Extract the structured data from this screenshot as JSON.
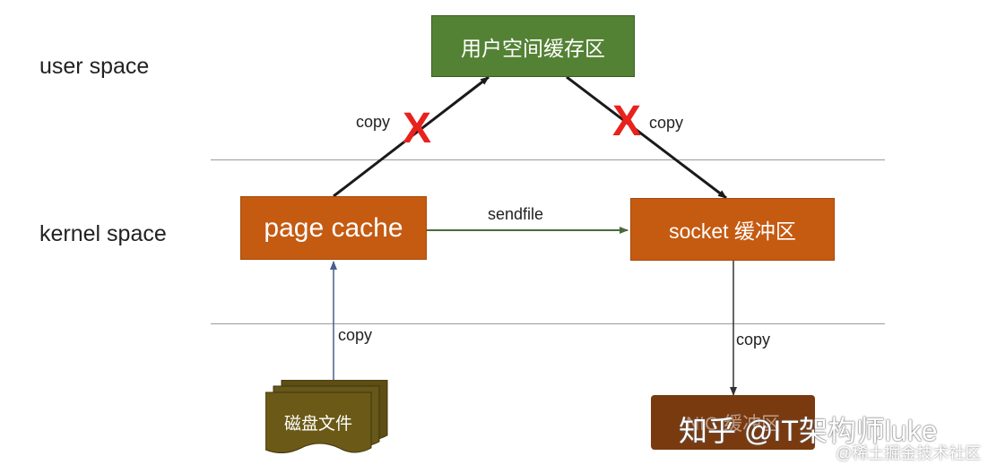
{
  "zones": {
    "user": "user space",
    "kernel": "kernel space"
  },
  "boxes": {
    "user_buffer": "用户空间缓存区",
    "page_cache": "page cache",
    "socket_buffer": "socket 缓冲区",
    "disk_file": "磁盘文件",
    "nic_buffer": "NIC 缓冲区"
  },
  "labels": {
    "copy_up": "copy",
    "copy_down_right": "copy",
    "sendfile": "sendfile",
    "copy_disk": "copy",
    "copy_nic": "copy"
  },
  "crosses": {
    "left": "X",
    "right": "X"
  },
  "watermarks": {
    "main": "知乎 @IT架构师luke",
    "sub": "@稀土掘金技术社区"
  },
  "colors": {
    "green_box": "#548235",
    "orange_box": "#c55a11",
    "disk_box": "#6b5a17",
    "nic_box": "#7a3a10",
    "cross": "#e8221c"
  }
}
